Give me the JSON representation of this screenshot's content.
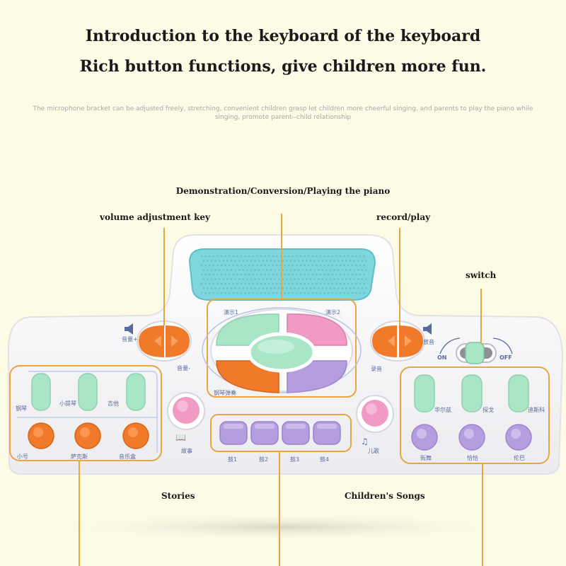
{
  "heading": {
    "line1": "Introduction to the keyboard of the keyboard",
    "line2": "Rich button functions, give children more fun."
  },
  "description": "The microphone bracket can be adjusted freely, stretching, convenient children grasp let children more cheerful singing, and parents to play the piano while singing, promote parent--child relationship",
  "callouts": {
    "demonstration": "Demonstration/Conversion/Playing the piano",
    "volume": "volume adjustment key",
    "record": "record/play",
    "switch": "switch",
    "stories": "Stories",
    "songs": "Children's Songs"
  },
  "toy_labels": {
    "on": "ON",
    "off": "OFF",
    "vol_up": "音量+",
    "vol_down": "音量-",
    "record": "录音",
    "play": "放音",
    "story": "故事",
    "song": "儿歌",
    "demo1": "演示1",
    "demo2": "演示2",
    "piano_play": "钢琴弹奏",
    "rhythm_1": "鼓1",
    "rhythm_2": "鼓2",
    "rhythm_3": "鼓3",
    "rhythm_4": "鼓4",
    "left_instruments": [
      "钢琴",
      "小提琴",
      "吉他",
      "小号",
      "萨克斯",
      "音乐盒"
    ],
    "right_dances": [
      "华尔兹",
      "探戈",
      "迪斯科",
      "街舞",
      "恰恰",
      "伦巴"
    ]
  },
  "colors": {
    "background": "#fdfbe6",
    "toy_body": "#f4f4f6",
    "orange_frame": "#e8a640",
    "green_button": "#a9e6c6",
    "pink_button": "#f09ac4",
    "orange_button": "#f07a2a",
    "purple_button": "#b59ee0",
    "speaker": "#7fd6dc"
  }
}
